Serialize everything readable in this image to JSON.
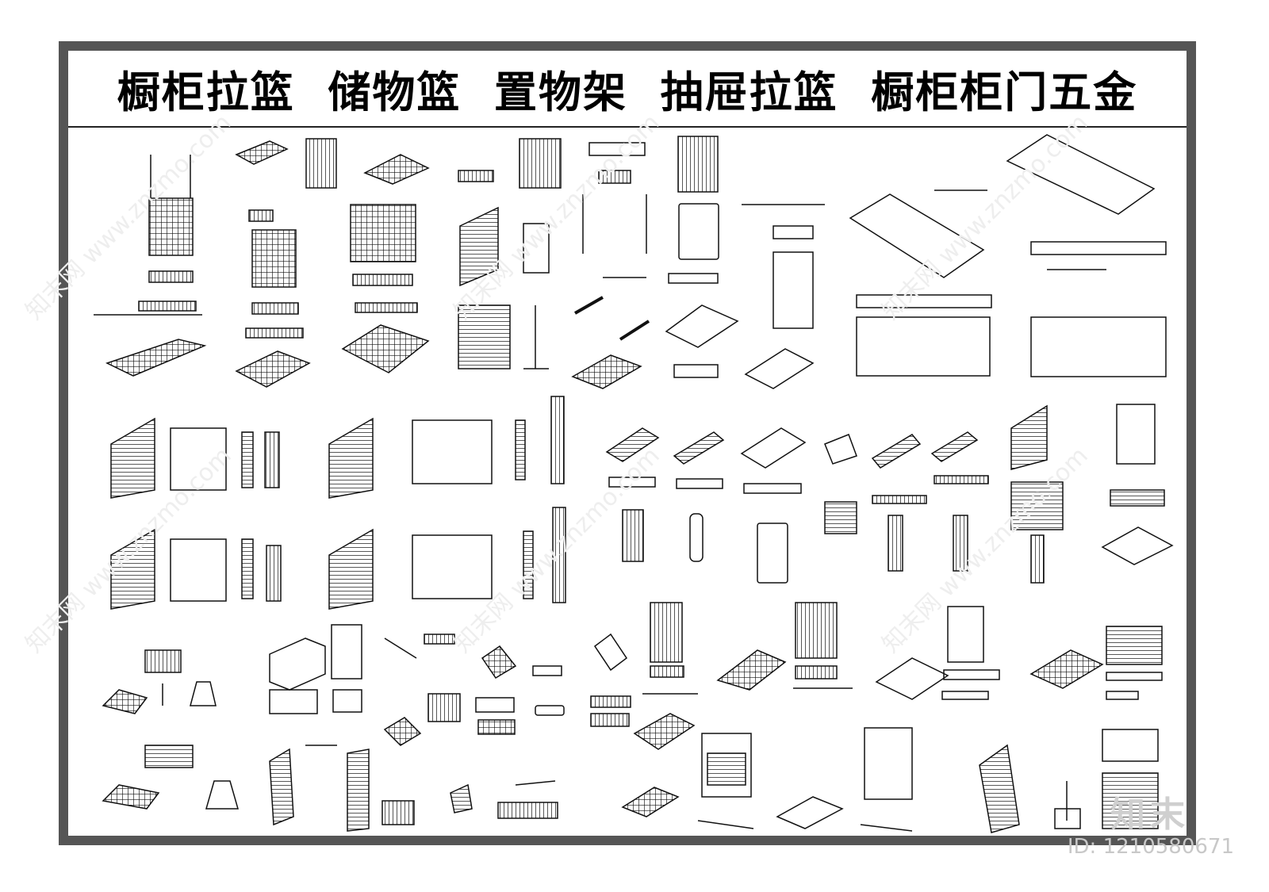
{
  "sheet": {
    "title": "橱柜拉篮  储物篮  置物架  抽屉拉篮  橱柜柜门五金"
  },
  "watermark": {
    "text": "知末网 www.znzmo.com",
    "brand": "知末",
    "id_label": "ID: 1210580671"
  },
  "colors": {
    "frame": "#555555",
    "line": "#111111",
    "background": "#ffffff"
  }
}
